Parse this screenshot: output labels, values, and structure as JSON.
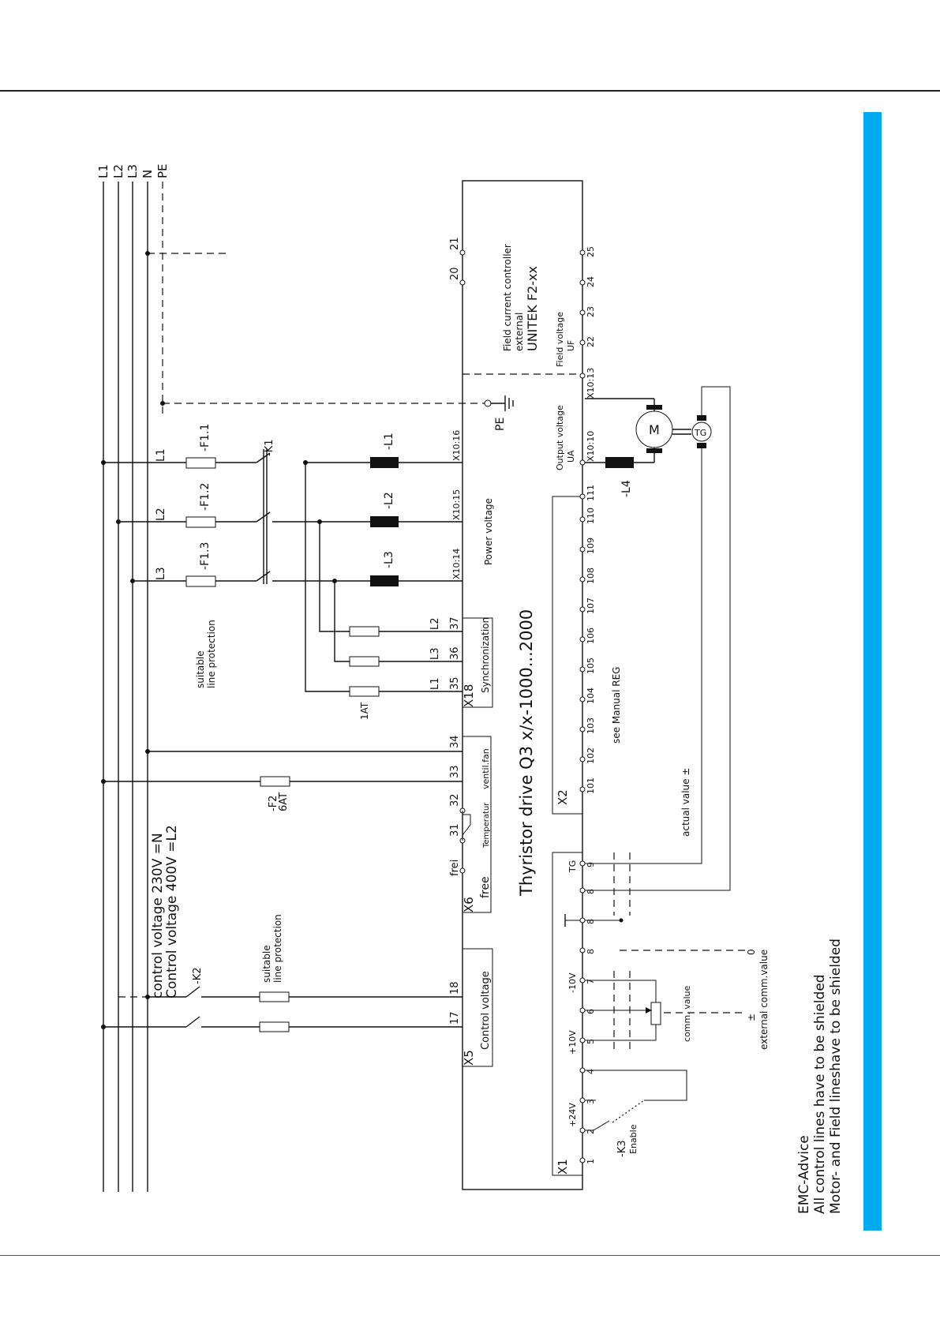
{
  "rails": [
    "L1",
    "L2",
    "L3",
    "N",
    "PE"
  ],
  "drive": {
    "title": "Thyristor drive Q3 x/x-1000...2000",
    "power_voltage": "Power voltage",
    "output_voltage": "Output voltage",
    "ua": "UA",
    "pe": "PE"
  },
  "field": {
    "line1": "Field current controller",
    "line2": "external",
    "line3": "UNITEK F2-xx",
    "voltage": "Field voltage",
    "uf": "UF",
    "terminals_top": [
      "20",
      "21"
    ],
    "terminals_bottom": [
      "X10:13",
      "22",
      "23",
      "24",
      "25"
    ]
  },
  "power": {
    "phases": [
      "L1",
      "L2",
      "L3"
    ],
    "fuses": [
      "-F1.1",
      "-F1.2",
      "-F1.3"
    ],
    "chokes": [
      "-L1",
      "-L2",
      "-L3"
    ],
    "terminals": [
      "X10:16",
      "X10:15",
      "X10:14"
    ],
    "contactor": "-K1",
    "protection": [
      "suitable",
      "line protection"
    ]
  },
  "motor": {
    "output_terminal": "X10:10",
    "choke": "-L4",
    "motor": "M",
    "tacho": "TG"
  },
  "sync": {
    "label": "Synchronization",
    "connector": "X18",
    "terminals": [
      "35",
      "36",
      "37"
    ],
    "phases": [
      "L1",
      "L3",
      "L2"
    ],
    "fuse": "1AT"
  },
  "fan": {
    "label": "ventil.fan",
    "terminals": [
      "33",
      "34"
    ],
    "fuse": [
      "-F2",
      "6AT"
    ]
  },
  "temp": {
    "label": "Temperatur",
    "terminals": [
      "31",
      "32"
    ]
  },
  "x6": {
    "connector": "X6",
    "frei": "frei",
    "free": "free"
  },
  "control_voltage": {
    "line1": "control voltage 230V =N",
    "line2": "Control voltage 400V =L2",
    "label": "Control voltage",
    "connector": "X5",
    "terminals": [
      "17",
      "18"
    ],
    "contactor": "-K2",
    "protection": [
      "suitable",
      "line protection"
    ]
  },
  "x2": {
    "connector": "X2",
    "terminals": [
      "101",
      "102",
      "103",
      "104",
      "105",
      "106",
      "107",
      "108",
      "109",
      "110",
      "111"
    ],
    "note": "see Manual REG",
    "actual_value": "actual value ±"
  },
  "x1": {
    "connector": "X1",
    "terminals": [
      "1",
      "2",
      "3",
      "4",
      "5",
      "6",
      "7",
      "8",
      "8",
      "8",
      "9"
    ],
    "labels": {
      "p24": "+24V",
      "p10": "+10V",
      "m10": "-10V",
      "tg": "TG"
    },
    "enable_contact": "-K3",
    "enable": "Enable",
    "comm_value": "comm. value",
    "external": "external comm.value",
    "zero": "0",
    "pm": "±"
  },
  "emc": {
    "title": "EMC-Advice",
    "line1": "All control lines have to be shielded",
    "line2": "Motor- and Field lineshave to be shielded"
  }
}
